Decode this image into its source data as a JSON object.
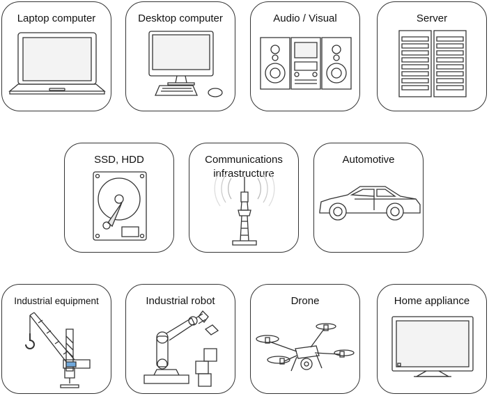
{
  "devices": [
    {
      "id": "laptop",
      "label": "Laptop computer",
      "icon": "laptop-icon"
    },
    {
      "id": "desktop",
      "label": "Desktop computer",
      "icon": "desktop-computer-icon"
    },
    {
      "id": "audio",
      "label": "Audio / Visual",
      "icon": "stereo-system-icon"
    },
    {
      "id": "server",
      "label": "Server",
      "icon": "server-rack-icon"
    },
    {
      "id": "storage",
      "label": "SSD, HDD",
      "icon": "hard-drive-icon"
    },
    {
      "id": "comms",
      "label": "Communications\ninfrastructure",
      "icon": "radio-tower-icon"
    },
    {
      "id": "auto",
      "label": "Automotive",
      "icon": "car-icon"
    },
    {
      "id": "industrial",
      "label": "Industrial equipment",
      "icon": "crane-icon"
    },
    {
      "id": "robot",
      "label": "Industrial robot",
      "icon": "robot-arm-icon"
    },
    {
      "id": "drone",
      "label": "Drone",
      "icon": "drone-icon"
    },
    {
      "id": "home",
      "label": "Home appliance",
      "icon": "television-icon"
    }
  ]
}
